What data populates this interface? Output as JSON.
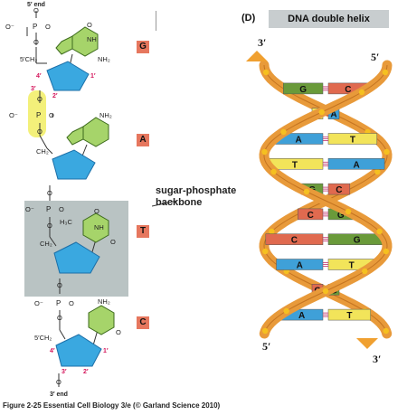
{
  "panel": {
    "label": "(D)",
    "title": "DNA double helix"
  },
  "caption": "Figure 2-25  Essential Cell Biology 3/e (© Garland Science 2010)",
  "backbone_label": "sugar-phosphate backbone",
  "helix_ends": {
    "top_left": "3′",
    "top_right": "5′",
    "bottom_left": "5′",
    "bottom_right": "3′"
  },
  "strand": {
    "end5": "5′ end",
    "end3": "3′ end",
    "phosphate": {
      "o_minus": "O⁻",
      "p": "P",
      "o": "O"
    },
    "sugar_labels": {
      "c5": "5′",
      "c4": "4′",
      "c3": "3′",
      "c2": "2′",
      "c1": "1′",
      "ch2": "5′CH₂",
      "ch2_plain": "CH₂"
    },
    "groups": {
      "nh2": "NH₂",
      "nh": "NH",
      "ch3": "H₃C",
      "o": "O"
    },
    "bases": [
      "G",
      "A",
      "T",
      "C"
    ]
  },
  "base_pairs": [
    {
      "left": "G",
      "right": "C",
      "left_color": "#6a9a3a",
      "right_color": "#e06a4f"
    },
    {
      "left": "T",
      "right": "A",
      "left_color": "#f2e45a",
      "right_color": "#3fa0d8"
    },
    {
      "left": "A",
      "right": "T",
      "left_color": "#3fa0d8",
      "right_color": "#f2e45a"
    },
    {
      "left": "T",
      "right": "A",
      "left_color": "#f2e45a",
      "right_color": "#3fa0d8"
    },
    {
      "left": "G",
      "right": "C",
      "left_color": "#6a9a3a",
      "right_color": "#e06a4f"
    },
    {
      "left": "C",
      "right": "G",
      "left_color": "#e06a4f",
      "right_color": "#6a9a3a"
    },
    {
      "left": "C",
      "right": "G",
      "left_color": "#e06a4f",
      "right_color": "#6a9a3a"
    },
    {
      "left": "A",
      "right": "T",
      "left_color": "#3fa0d8",
      "right_color": "#f2e45a"
    },
    {
      "left": "C",
      "right": "G",
      "left_color": "#e06a4f",
      "right_color": "#6a9a3a"
    },
    {
      "left": "A",
      "right": "T",
      "left_color": "#3fa0d8",
      "right_color": "#f2e45a"
    }
  ],
  "colors": {
    "helix": "#e89a3a",
    "helix_dark": "#c47420",
    "sugar": "#3aa8e0",
    "base_green": "#a6d46a",
    "highlight": "#f3f07a",
    "box": "#b9c3c3",
    "tag": "#e6775e",
    "phosphate_dot": "#f5c020"
  }
}
